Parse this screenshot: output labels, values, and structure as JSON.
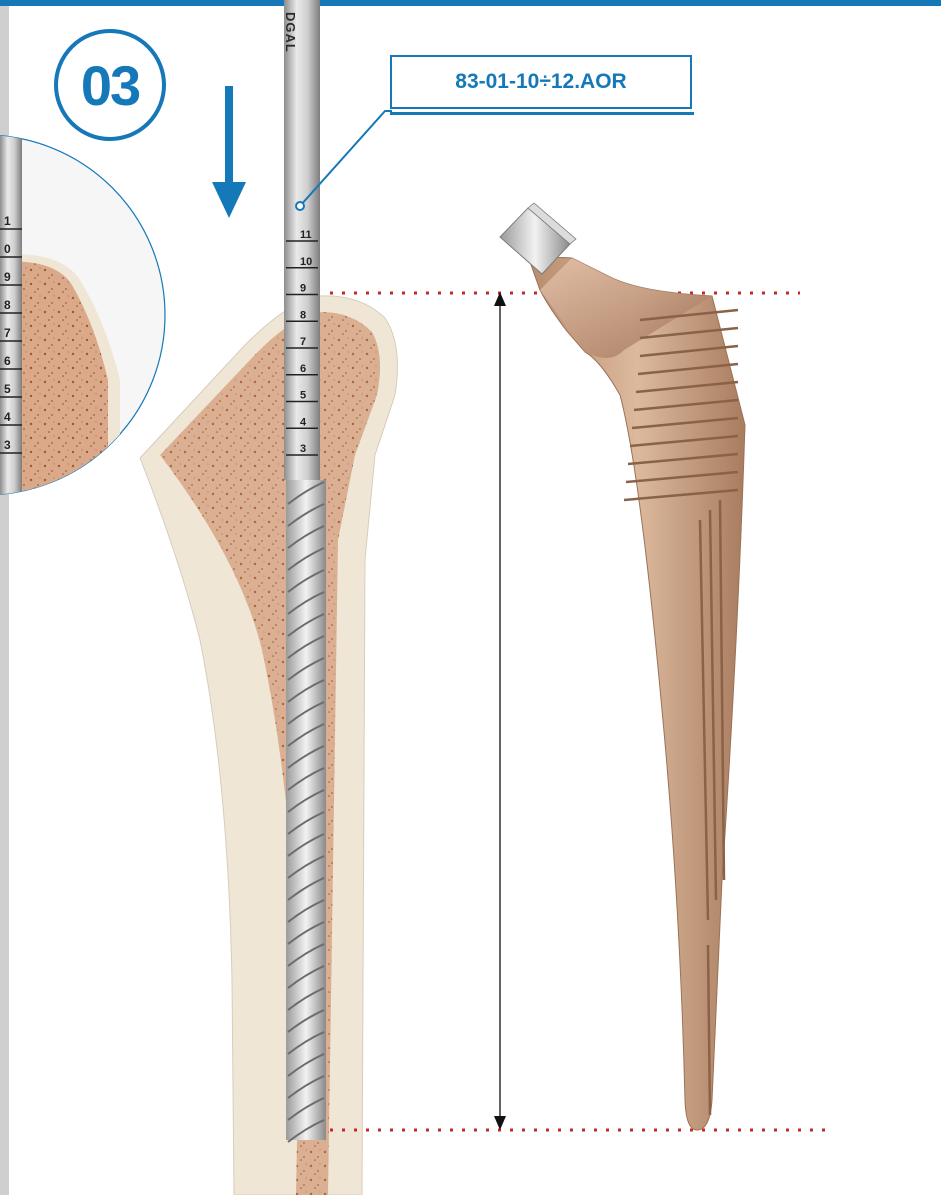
{
  "step": {
    "number": "03"
  },
  "instrument": {
    "code": "83-01-10÷12.AOR",
    "brand_fragment": "DGAL",
    "rasp_scale_marks": [
      "11",
      "10",
      "9",
      "8",
      "7",
      "6",
      "5",
      "4",
      "3"
    ],
    "zoom_scale_marks": [
      "1",
      "0",
      "9",
      "8",
      "7",
      "6",
      "5",
      "4",
      "3"
    ]
  },
  "colors": {
    "accent": "#1578b9",
    "guide_line": "#c62828",
    "implant": "#c9a184",
    "bone_cortex": "#efe6d6",
    "cancellous": "#d8a88a"
  },
  "icons": {
    "step_arrow": "arrow-down-icon",
    "measure": "double-arrow-vertical-icon"
  }
}
